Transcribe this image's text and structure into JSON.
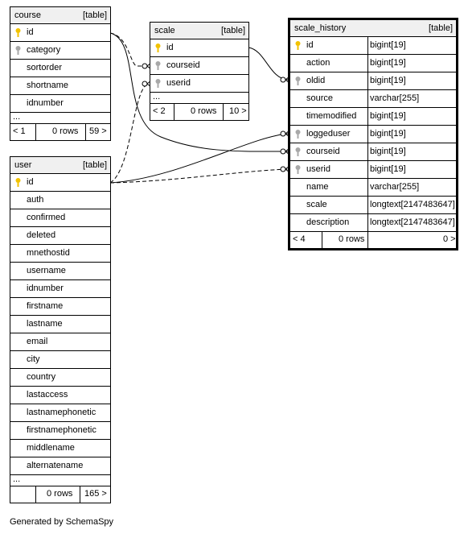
{
  "tables": {
    "course": {
      "name": "course",
      "kind": "[table]",
      "columns": [
        {
          "name": "id",
          "key": "primary"
        },
        {
          "name": "category",
          "key": "foreign"
        },
        {
          "name": "sortorder",
          "key": ""
        },
        {
          "name": "shortname",
          "key": ""
        },
        {
          "name": "idnumber",
          "key": ""
        }
      ],
      "more": "...",
      "footer": {
        "parents": "< 1",
        "rows": "0 rows",
        "children": "59 >"
      }
    },
    "scale": {
      "name": "scale",
      "kind": "[table]",
      "columns": [
        {
          "name": "id",
          "key": "primary"
        },
        {
          "name": "courseid",
          "key": "foreign"
        },
        {
          "name": "userid",
          "key": "foreign"
        }
      ],
      "more": "...",
      "footer": {
        "parents": "< 2",
        "rows": "0 rows",
        "children": "10 >"
      }
    },
    "user": {
      "name": "user",
      "kind": "[table]",
      "columns": [
        {
          "name": "id",
          "key": "primary"
        },
        {
          "name": "auth",
          "key": ""
        },
        {
          "name": "confirmed",
          "key": ""
        },
        {
          "name": "deleted",
          "key": ""
        },
        {
          "name": "mnethostid",
          "key": ""
        },
        {
          "name": "username",
          "key": ""
        },
        {
          "name": "idnumber",
          "key": ""
        },
        {
          "name": "firstname",
          "key": ""
        },
        {
          "name": "lastname",
          "key": ""
        },
        {
          "name": "email",
          "key": ""
        },
        {
          "name": "city",
          "key": ""
        },
        {
          "name": "country",
          "key": ""
        },
        {
          "name": "lastaccess",
          "key": ""
        },
        {
          "name": "lastnamephonetic",
          "key": ""
        },
        {
          "name": "firstnamephonetic",
          "key": ""
        },
        {
          "name": "middlename",
          "key": ""
        },
        {
          "name": "alternatename",
          "key": ""
        }
      ],
      "more": "...",
      "footer": {
        "parents": "",
        "rows": "0 rows",
        "children": "165 >"
      }
    },
    "scale_history": {
      "name": "scale_history",
      "kind": "[table]",
      "columns": [
        {
          "name": "id",
          "type": "bigint[19]",
          "key": "primary"
        },
        {
          "name": "action",
          "type": "bigint[19]",
          "key": ""
        },
        {
          "name": "oldid",
          "type": "bigint[19]",
          "key": "foreign"
        },
        {
          "name": "source",
          "type": "varchar[255]",
          "key": ""
        },
        {
          "name": "timemodified",
          "type": "bigint[19]",
          "key": ""
        },
        {
          "name": "loggeduser",
          "type": "bigint[19]",
          "key": "foreign"
        },
        {
          "name": "courseid",
          "type": "bigint[19]",
          "key": "foreign"
        },
        {
          "name": "userid",
          "type": "bigint[19]",
          "key": "foreign"
        },
        {
          "name": "name",
          "type": "varchar[255]",
          "key": ""
        },
        {
          "name": "scale",
          "type": "longtext[2147483647]",
          "key": ""
        },
        {
          "name": "description",
          "type": "longtext[2147483647]",
          "key": ""
        }
      ],
      "footer": {
        "parents": "< 4",
        "rows": "0 rows",
        "children": "0 >"
      }
    }
  },
  "credit": "Generated by SchemaSpy",
  "colors": {
    "header_bg": "#f0f0f0",
    "primary_key": "#f2c200",
    "foreign_key": "#a8a8a8",
    "line": "#000000"
  }
}
